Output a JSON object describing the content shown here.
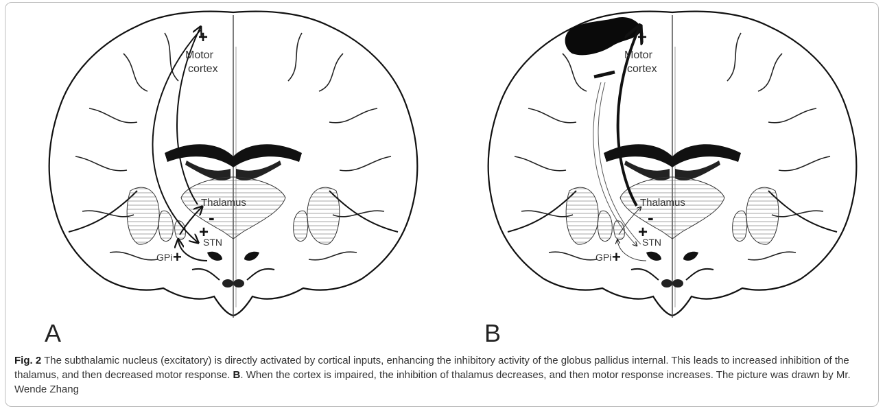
{
  "panels": [
    {
      "letter": "A",
      "labels": {
        "motor_cortex_line1": "Motor",
        "motor_cortex_line2": "cortex",
        "thalamus": "Thalamus",
        "stn": "STN",
        "gpi": "GPi"
      },
      "signs": {
        "cortex": "+",
        "thalamus": "-",
        "stn": "+",
        "gpi": "+"
      }
    },
    {
      "letter": "B",
      "labels": {
        "motor_cortex_line1": "Motor",
        "motor_cortex_line2": "cortex",
        "thalamus": "Thalamus",
        "stn": "STN",
        "gpi": "GPi"
      },
      "signs": {
        "cortex": "+",
        "thalamus": "-",
        "stn": "+",
        "gpi": "+"
      }
    }
  ],
  "caption": {
    "fig_label": "Fig. 2",
    "text_1": " The subthalamic nucleus (excitatory) is directly activated by cortical inputs, enhancing the inhibitory activity of the globus pallidus internal. This leads to increased inhibition of the thalamus, and then decreased motor response. ",
    "b_label": "B",
    "text_2": ". When the cortex is impaired, the inhibition of thalamus decreases, and then motor response increases. The picture was drawn by Mr. Wende Zhang"
  }
}
